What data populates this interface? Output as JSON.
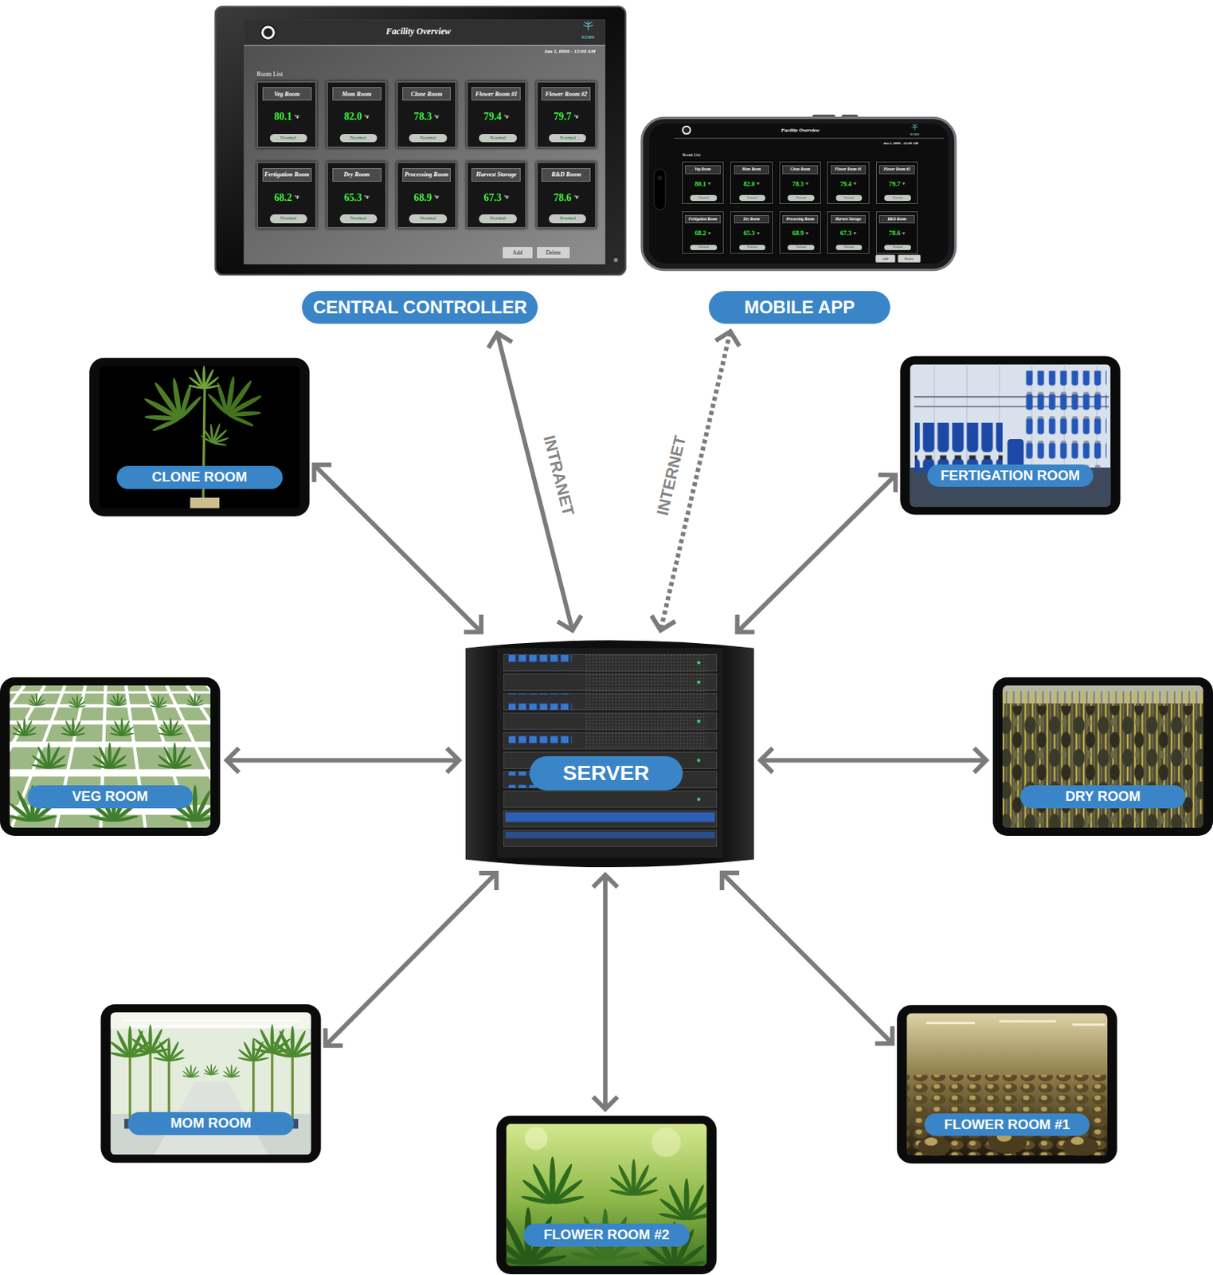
{
  "diagram": {
    "nodes": [
      {
        "text": [
          "Facility Overview",
          "ECMS",
          "Jan 1, 0000 - 12:00 AM",
          "Room List",
          "CENTRAL CONTROLLER"
        ]
      },
      {
        "text": [
          "Veg Room",
          "80.1",
          "°F",
          "Normal"
        ],
        "in": 0
      },
      {
        "text": [
          "Mom Room",
          "82.0",
          "°F",
          "Normal"
        ],
        "in": 0
      },
      {
        "text": [
          "Clone Room",
          "78.3",
          "°F",
          "Normal"
        ],
        "in": 0
      },
      {
        "text": [
          "Flower Room #1",
          "79.4",
          "°F",
          "Normal"
        ],
        "in": 0
      },
      {
        "text": [
          "Flower Room #2",
          "79.7",
          "°F",
          "Normal"
        ],
        "in": 0
      },
      {
        "text": [
          "Fertigation Room",
          "68.2",
          "°F",
          "Normal"
        ],
        "in": 0
      },
      {
        "text": [
          "Dry Room",
          "65.3",
          "°F",
          "Normal"
        ],
        "in": 0
      },
      {
        "text": [
          "Processing Room",
          "68.9",
          "°F",
          "Normal"
        ],
        "in": 0
      },
      {
        "text": [
          "Harvest Storage",
          "67.3",
          "°F",
          "Normal"
        ],
        "in": 0
      },
      {
        "text": [
          "R&D Room",
          "78.6",
          "°F",
          "Normal"
        ],
        "in": 0
      },
      {
        "text": [
          "Add"
        ],
        "in": 0
      },
      {
        "text": [
          "Delete"
        ],
        "in": 0
      },
      {
        "text": [
          "Facility Overview",
          "ECMS",
          "Jan 1, 0000 - 12:00 AM",
          "Room List",
          "MOBILE APP"
        ]
      },
      {
        "text": [
          "Veg Room",
          "80.1",
          "°F",
          "Normal"
        ],
        "in": 13
      },
      {
        "text": [
          "Mom Room",
          "82.0",
          "°F",
          "Normal"
        ],
        "in": 13
      },
      {
        "text": [
          "Clone Room",
          "78.3",
          "°F",
          "Normal"
        ],
        "in": 13
      },
      {
        "text": [
          "Flower Room #1",
          "79.4",
          "°F",
          "Normal"
        ],
        "in": 13
      },
      {
        "text": [
          "Flower Room #2",
          "79.7",
          "°F",
          "Normal"
        ],
        "in": 13
      },
      {
        "text": [
          "Fertigation Room",
          "68.2",
          "°F",
          "Normal"
        ],
        "in": 13
      },
      {
        "text": [
          "Dry Room",
          "65.3",
          "°F",
          "Normal"
        ],
        "in": 13
      },
      {
        "text": [
          "Processing Room",
          "68.9",
          "°F",
          "Normal"
        ],
        "in": 13
      },
      {
        "text": [
          "Harvest Storage",
          "67.3",
          "°F",
          "Normal"
        ],
        "in": 13
      },
      {
        "text": [
          "R&D Room",
          "78.6",
          "°F",
          "Normal"
        ],
        "in": 13
      },
      {
        "text": [
          "Add"
        ],
        "in": 13
      },
      {
        "text": [
          "Delete"
        ],
        "in": 13
      },
      {
        "text": [
          "CLONE ROOM"
        ]
      },
      {
        "text": [
          "FERTIGATION ROOM"
        ]
      },
      {
        "text": [
          "VEG ROOM"
        ]
      },
      {
        "text": [
          "SERVER"
        ]
      },
      {
        "text": [
          "DRY ROOM"
        ]
      },
      {
        "text": [
          "MOM ROOM"
        ]
      },
      {
        "text": [
          "FLOWER ROOM #1"
        ]
      },
      {
        "text": [
          "FLOWER ROOM #2"
        ]
      }
    ],
    "edges": [
      {
        "from": 29,
        "to": 0,
        "label": "INTRANET",
        "arrow": "both"
      },
      {
        "from": 29,
        "to": 13,
        "label": "INTERNET",
        "arrow": "both"
      },
      {
        "from": 29,
        "to": 26,
        "arrow": "both"
      },
      {
        "from": 29,
        "to": 27,
        "arrow": "both"
      },
      {
        "from": 29,
        "to": 28,
        "arrow": "both"
      },
      {
        "from": 29,
        "to": 30,
        "arrow": "both"
      },
      {
        "from": 29,
        "to": 31,
        "arrow": "both"
      },
      {
        "from": 29,
        "to": 32,
        "arrow": "both"
      },
      {
        "from": 29,
        "to": 33,
        "arrow": "both"
      }
    ]
  }
}
